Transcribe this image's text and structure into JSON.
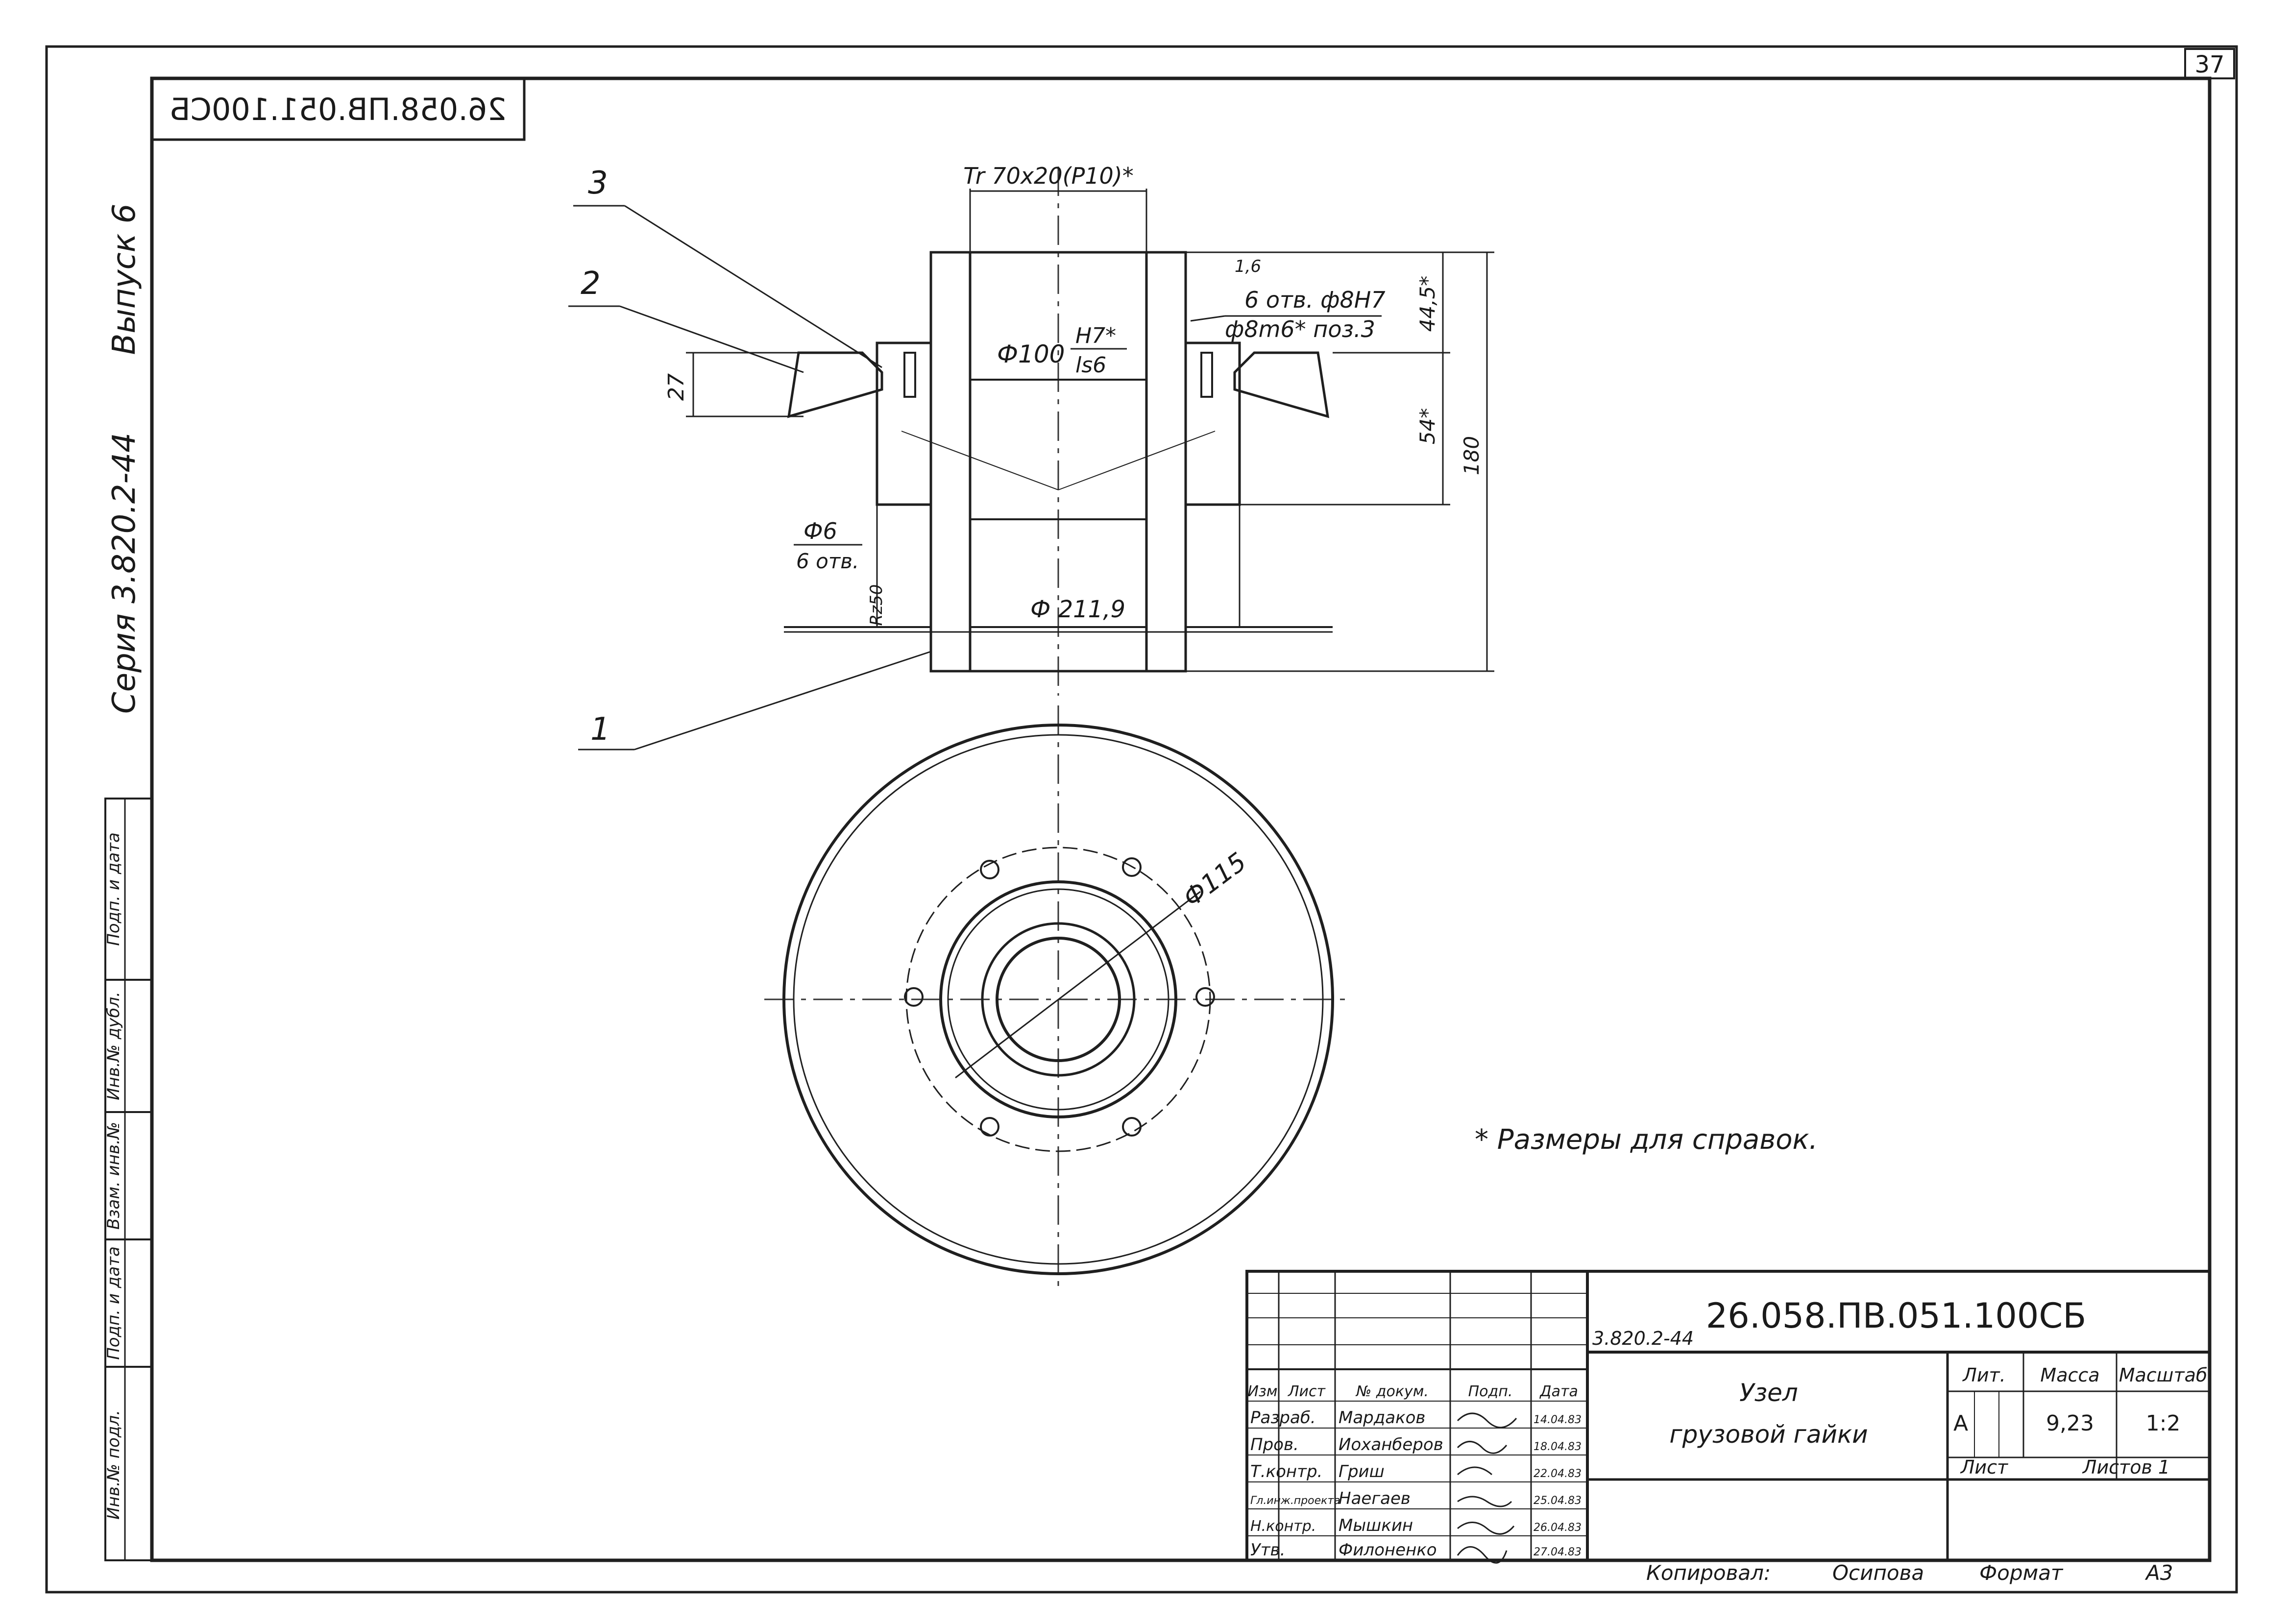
{
  "sheet": {
    "page_number": "37",
    "mirrored_code": "26.058.ПВ.051.100СБ"
  },
  "margin_labels": {
    "issue": "Выпуск 6",
    "series": "Серия 3.820.2-44",
    "stamp_cols": [
      "Инв.№ подл.",
      "Подп. и дата",
      "Взам. инв.№",
      "Инв.№ дубл.",
      "Подп. и дата"
    ]
  },
  "section_view": {
    "thread": "Tr 70x20(P10)*",
    "holes_note_1": "6 отв. ф8Н7",
    "holes_note_2": "ф8m6* поз.3",
    "roughness": "1,6",
    "fit_diameter": "Ф100",
    "fit_upper": "H7*",
    "fit_lower": "ls6",
    "dim_27": "27",
    "dim_44_5": "44,5*",
    "dim_54": "54*",
    "dim_180": "180",
    "hole_dia": "Ф6",
    "hole_count": "6 отв.",
    "roughness_2": "Rz50",
    "outer_dia": "Ф 211,9"
  },
  "plan_view": {
    "bolt_circle": "Ф115"
  },
  "callouts": [
    "1",
    "2",
    "3"
  ],
  "note": "* Размеры для справок.",
  "title_block": {
    "designation": "26.058.ПВ.051.100СБ",
    "series_ref": "3.820.2-44",
    "name_line1": "Узел",
    "name_line2": "грузовой гайки",
    "lit_header": "Лит.",
    "mass_header": "Масса",
    "scale_header": "Масштаб",
    "lit_value": "А",
    "mass_value": "9,23",
    "scale_value": "1:2",
    "sheet_label": "Лист",
    "sheets_label": "Листов 1",
    "columns": [
      "Изм",
      "Лист",
      "№ докум.",
      "Подп.",
      "Дата"
    ],
    "rows": [
      {
        "role": "Разраб.",
        "name": "Мардаков",
        "date": "14.04.83"
      },
      {
        "role": "Пров.",
        "name": "Иоханберов",
        "date": "18.04.83"
      },
      {
        "role": "Т.контр.",
        "name": "Гриш",
        "date": "22.04.83"
      },
      {
        "role": "Гл.инж.проекта",
        "name": "Наегаев",
        "date": "25.04.83"
      },
      {
        "role": "Н.контр.",
        "name": "Мышкин",
        "date": "26.04.83"
      },
      {
        "role": "Утв.",
        "name": "Филоненко",
        "date": "27.04.83"
      }
    ],
    "copied_label": "Копировал:",
    "copied_name": "Осипова",
    "format_label": "Формат",
    "format_value": "А3"
  }
}
